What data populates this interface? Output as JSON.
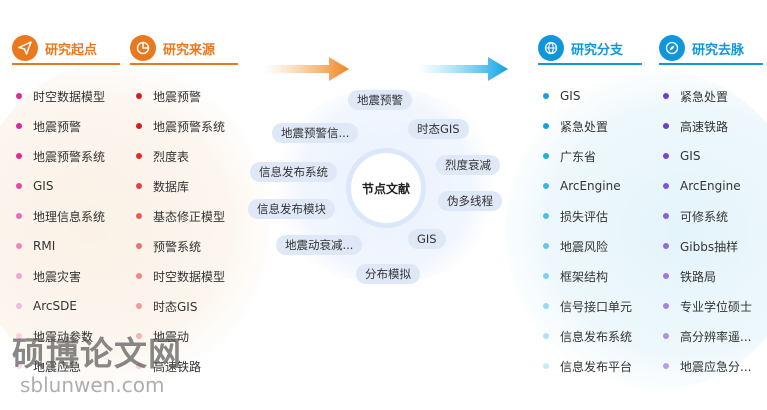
{
  "headers": {
    "origin": {
      "label": "研究起点",
      "color": "#e8791e",
      "icon": "paper-plane-icon"
    },
    "source": {
      "label": "研究来源",
      "color": "#e8791e",
      "icon": "pie-chart-icon"
    },
    "branch": {
      "label": "研究分支",
      "color": "#1296db",
      "icon": "globe-icon"
    },
    "flow": {
      "label": "研究去脉",
      "color": "#1296db",
      "icon": "compass-icon"
    }
  },
  "columns": {
    "origin": {
      "items": [
        "时空数据模型",
        "地震预警",
        "地震预警系统",
        "GIS",
        "地理信息系统",
        "RMI",
        "地震灾害",
        "ArcSDE",
        "地震动参数",
        "地震应急"
      ],
      "colors": [
        "#e0289a",
        "#e0289a",
        "#e0289a",
        "#e549a8",
        "#ea69b8",
        "#ee86c6",
        "#f2a2d3",
        "#f5b9de",
        "#f8cde7",
        "#fadcee"
      ]
    },
    "source": {
      "items": [
        "地震预警",
        "地震预警系统",
        "烈度表",
        "数据库",
        "基态修正模型",
        "预警系统",
        "时空数据模型",
        "时态GIS",
        "地震动",
        "高速铁路"
      ],
      "colors": [
        "#d51e1e",
        "#d51e1e",
        "#e02c2c",
        "#e54040",
        "#ea5a5a",
        "#ee7070",
        "#f28686",
        "#f59a9a",
        "#f8b2b2",
        "#fac6c6"
      ]
    },
    "branch": {
      "items": [
        "GIS",
        "紧急处置",
        "广东省",
        "ArcEngine",
        "损失评估",
        "地震风险",
        "框架结构",
        "信号接口单元",
        "信息发布系统",
        "信息发布平台"
      ],
      "colors": [
        "#13a3dc",
        "#13a3dc",
        "#20aee0",
        "#35b6e4",
        "#4cbfe7",
        "#64c8ea",
        "#7cd1ee",
        "#94daf1",
        "#acE3f4",
        "#c4ecf7"
      ]
    },
    "flow": {
      "items": [
        "紧急处置",
        "高速铁路",
        "GIS",
        "ArcEngine",
        "可修系统",
        "Gibbs抽样",
        "铁路局",
        "专业学位硕士",
        "高分辨率遥...",
        "地震应急分..."
      ],
      "colors": [
        "#6a3fd2",
        "#6a3fd2",
        "#7548d6",
        "#7e53d9",
        "#885edc",
        "#926ade",
        "#9c76e1",
        "#a583e4",
        "#ae90e7",
        "#b89de9"
      ]
    }
  },
  "center": {
    "label": "节点文献",
    "keywords": [
      "地震预警",
      "地震预警信...",
      "时态GIS",
      "信息发布系统",
      "烈度衰减",
      "伪多线程",
      "信息发布模块",
      "地震动衰减...",
      "GIS",
      "分布模拟"
    ]
  },
  "watermark": {
    "cn": "硕博论文网",
    "en": "sblunwen.com"
  }
}
